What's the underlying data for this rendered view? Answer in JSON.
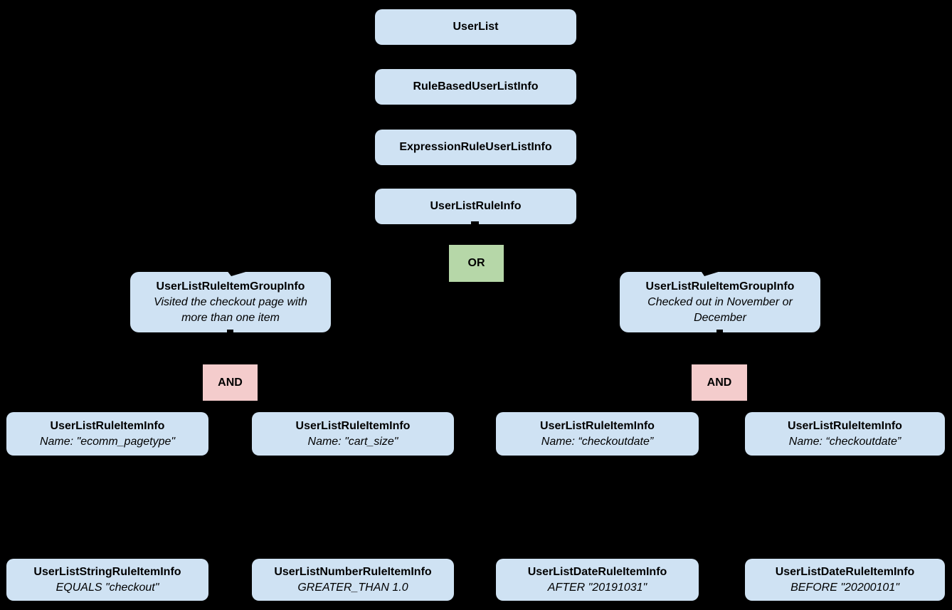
{
  "colors": {
    "background": "#000000",
    "node_fill": "#cfe2f3",
    "or_fill": "#b6d7a8",
    "and_fill": "#f4cccc",
    "text": "#000000"
  },
  "diagram": {
    "chain": [
      {
        "label": "UserList"
      },
      {
        "label": "RuleBasedUserListInfo"
      },
      {
        "label": "ExpressionRuleUserListInfo"
      },
      {
        "label": "UserListRuleInfo"
      }
    ],
    "or_operator": {
      "label": "OR"
    },
    "groups": [
      {
        "title": "UserListRuleItemGroupInfo",
        "description": "Visited the checkout page with more than one item",
        "operator": "AND"
      },
      {
        "title": "UserListRuleItemGroupInfo",
        "description": "Checked out in November or December",
        "operator": "AND"
      }
    ],
    "rule_items": [
      {
        "title": "UserListRuleItemInfo",
        "subtitle": "Name: \"ecomm_pagetype\""
      },
      {
        "title": "UserListRuleItemInfo",
        "subtitle": "Name: \"cart_size\""
      },
      {
        "title": "UserListRuleItemInfo",
        "subtitle": "Name: “checkoutdate”"
      },
      {
        "title": "UserListRuleItemInfo",
        "subtitle": "Name: “checkoutdate”"
      }
    ],
    "operand_items": [
      {
        "title": "UserListStringRuleItemInfo",
        "subtitle": "EQUALS \"checkout\""
      },
      {
        "title": "UserListNumberRuleItemInfo",
        "subtitle": "GREATER_THAN 1.0"
      },
      {
        "title": "UserListDateRuleItemInfo",
        "subtitle": "AFTER \"20191031\""
      },
      {
        "title": "UserListDateRuleItemInfo",
        "subtitle": "BEFORE \"20200101\""
      }
    ]
  }
}
